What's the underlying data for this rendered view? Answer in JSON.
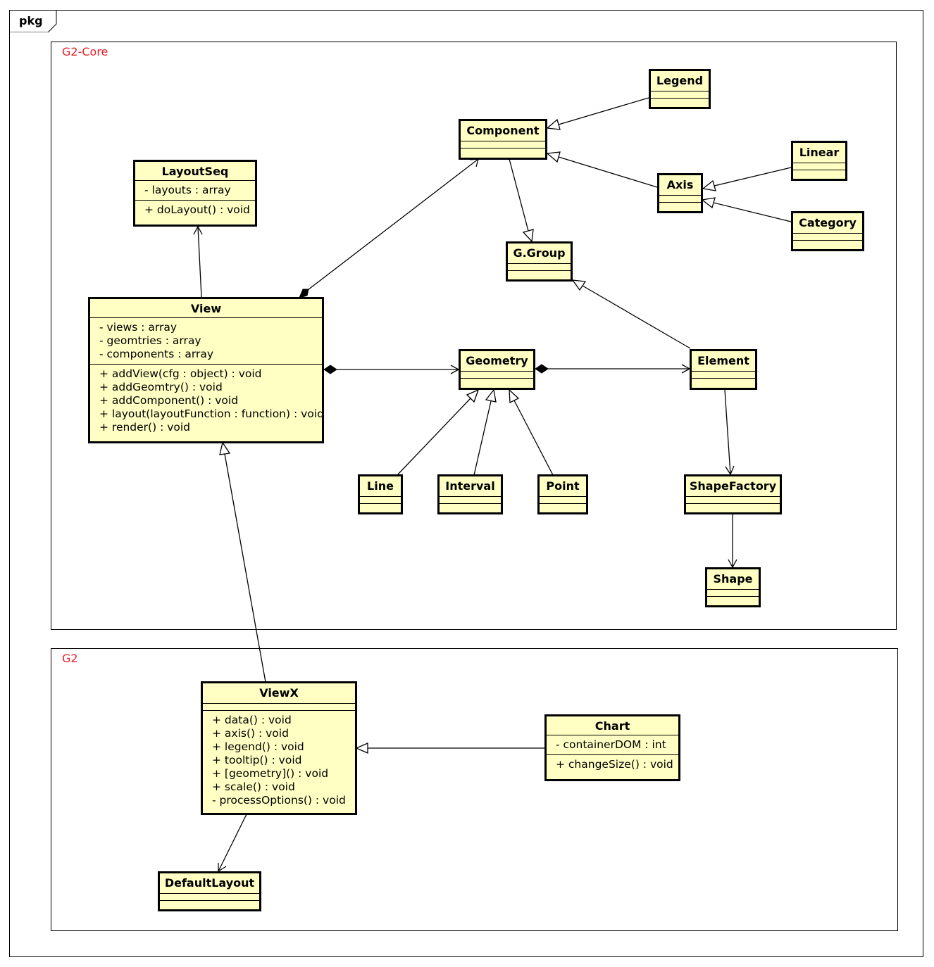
{
  "frame": {
    "label": "pkg"
  },
  "packages": [
    {
      "id": "g2core",
      "name": "G2-Core"
    },
    {
      "id": "g2",
      "name": "G2"
    }
  ],
  "classes": {
    "legend": {
      "name": "Legend",
      "attributes": [],
      "operations": []
    },
    "component": {
      "name": "Component",
      "attributes": [],
      "operations": []
    },
    "linear": {
      "name": "Linear",
      "attributes": [],
      "operations": []
    },
    "axis": {
      "name": "Axis",
      "attributes": [],
      "operations": []
    },
    "category": {
      "name": "Category",
      "attributes": [],
      "operations": []
    },
    "layoutseq": {
      "name": "LayoutSeq",
      "attributes": [
        "- layouts : array"
      ],
      "operations": [
        "+ doLayout() : void"
      ]
    },
    "ggroup": {
      "name": "G.Group",
      "attributes": [],
      "operations": []
    },
    "view": {
      "name": "View",
      "attributes": [
        "- views : array",
        "- geomtries : array",
        "- components : array"
      ],
      "operations": [
        "+ addView(cfg : object) : void",
        "+ addGeomtry() : void",
        "+ addComponent() : void",
        "+ layout(layoutFunction : function) : void",
        "+ render() : void"
      ]
    },
    "geometry": {
      "name": "Geometry",
      "attributes": [],
      "operations": []
    },
    "element": {
      "name": "Element",
      "attributes": [],
      "operations": []
    },
    "line": {
      "name": "Line",
      "attributes": [],
      "operations": []
    },
    "interval": {
      "name": "Interval",
      "attributes": [],
      "operations": []
    },
    "point": {
      "name": "Point",
      "attributes": [],
      "operations": []
    },
    "shapefactory": {
      "name": "ShapeFactory",
      "attributes": [],
      "operations": []
    },
    "shape": {
      "name": "Shape",
      "attributes": [],
      "operations": []
    },
    "viewx": {
      "name": "ViewX",
      "attributes": [],
      "operations": [
        "+ data() : void",
        "+ axis() : void",
        "+ legend() : void",
        "+ tooltip() : void",
        "+ [geometry]() : void",
        "+ scale() : void",
        "- processOptions() : void"
      ]
    },
    "chart": {
      "name": "Chart",
      "attributes": [
        "- containerDOM : int"
      ],
      "operations": [
        "+ changeSize() : void"
      ]
    },
    "defaultlayout": {
      "name": "DefaultLayout",
      "attributes": [],
      "operations": []
    }
  },
  "relations": [
    {
      "type": "generalization",
      "from": "legend",
      "to": "component"
    },
    {
      "type": "generalization",
      "from": "axis",
      "to": "component"
    },
    {
      "type": "generalization",
      "from": "linear",
      "to": "axis"
    },
    {
      "type": "generalization",
      "from": "category",
      "to": "axis"
    },
    {
      "type": "generalization",
      "from": "component",
      "to": "ggroup"
    },
    {
      "type": "generalization",
      "from": "element",
      "to": "ggroup"
    },
    {
      "type": "generalization",
      "from": "line",
      "to": "geometry"
    },
    {
      "type": "generalization",
      "from": "interval",
      "to": "geometry"
    },
    {
      "type": "generalization",
      "from": "point",
      "to": "geometry"
    },
    {
      "type": "generalization",
      "from": "viewx",
      "to": "view"
    },
    {
      "type": "generalization",
      "from": "chart",
      "to": "viewx"
    },
    {
      "type": "composition",
      "from": "view",
      "to": "component"
    },
    {
      "type": "composition",
      "from": "view",
      "to": "geometry"
    },
    {
      "type": "composition",
      "from": "geometry",
      "to": "element"
    },
    {
      "type": "association",
      "from": "view",
      "to": "layoutseq"
    },
    {
      "type": "association",
      "from": "element",
      "to": "shapefactory"
    },
    {
      "type": "association",
      "from": "shapefactory",
      "to": "shape"
    },
    {
      "type": "association",
      "from": "viewx",
      "to": "defaultlayout"
    }
  ]
}
